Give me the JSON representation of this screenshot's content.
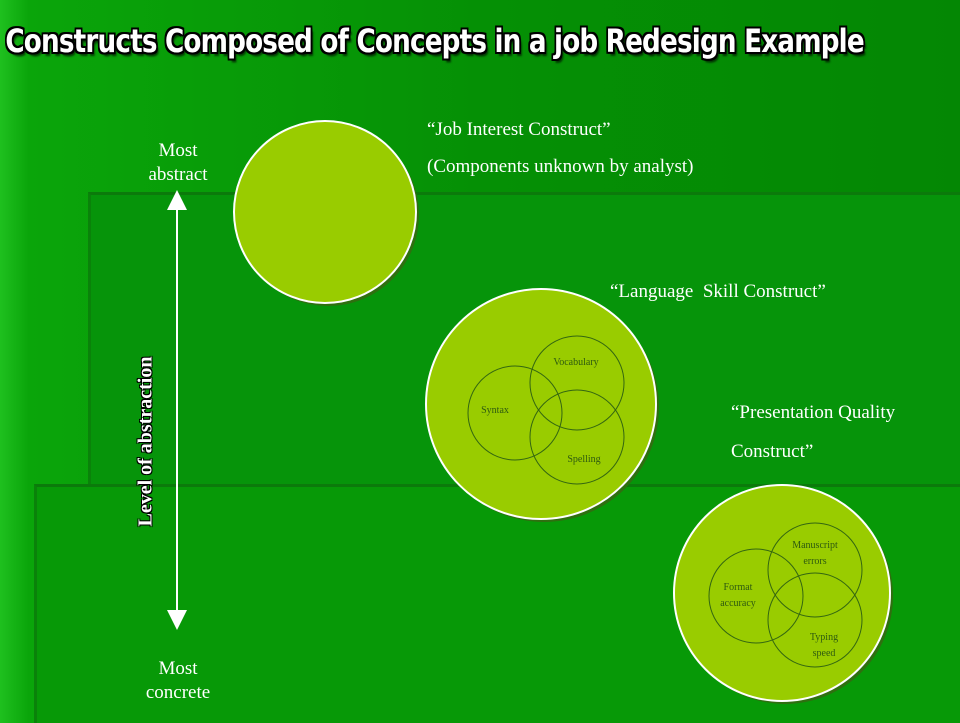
{
  "title": "Constructs Composed of Concepts in a job Redesign Example",
  "axis": {
    "top_label": "Most\nabstract",
    "bottom_label": "Most\nconcrete",
    "label": "Level of abstraction"
  },
  "constructs": [
    {
      "name_line1": "“Job Interest Construct”",
      "name_line2": "(Components unknown by analyst)",
      "concepts": []
    },
    {
      "name_line1": "“Language  Skill Construct”",
      "name_line2": "",
      "concepts": [
        "Vocabulary",
        "Syntax",
        "Spelling"
      ]
    },
    {
      "name_line1": "“Presentation Quality",
      "name_line2": "Construct”",
      "concepts": [
        "Manuscript errors",
        "Format accuracy",
        "Typing speed"
      ]
    }
  ],
  "colors": {
    "circle_fill": "#99cc00",
    "text": "#ffffff",
    "background": "#059005"
  }
}
